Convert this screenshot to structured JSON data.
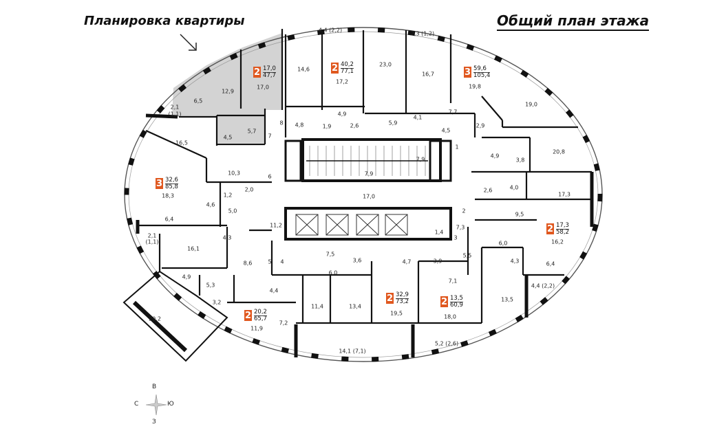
{
  "titles": {
    "apartment_plan": "Планировка квартиры",
    "floor_plan": "Общий план этажа"
  },
  "colors": {
    "highlight": "#d3d3d3",
    "room_badge": "#e0581f",
    "wall": "#111111"
  },
  "apartments": [
    {
      "rooms": "2",
      "living": "17,0",
      "total": "47,7"
    },
    {
      "rooms": "2",
      "living": "40,2",
      "total": "77,1"
    },
    {
      "rooms": "3",
      "living": "59,6",
      "total": "105,4"
    },
    {
      "rooms": "3",
      "living": "32,6",
      "total": "85,8"
    },
    {
      "rooms": "2",
      "living": "17,3",
      "total": "58,2"
    },
    {
      "rooms": "2",
      "living": "32,9",
      "total": "73,2"
    },
    {
      "rooms": "2",
      "living": "13,5",
      "total": "60,9"
    },
    {
      "rooms": "2",
      "living": "20,2",
      "total": "65,7"
    }
  ],
  "room_labels": [
    "4,4 (2,2)",
    "2,3 (1,2)",
    "14,6",
    "17,0",
    "12,9",
    "6,5",
    "2,1",
    "(1,1)",
    "5,7",
    "4,5",
    "17,2",
    "23,0",
    "16,7",
    "19,8",
    "19,0",
    "4,9",
    "4,8",
    "1,9",
    "2,6",
    "5,9",
    "4,1",
    "7,7",
    "4,5",
    "2,9",
    "20,8",
    "16,5",
    "10,3",
    "7,9",
    "7,9",
    "4,9",
    "3,8",
    "18,3",
    "2,0",
    "1,2",
    "4,6",
    "5,0",
    "6,4",
    "17,0",
    "2,6",
    "4,0",
    "17,3",
    "9,5",
    "4,3",
    "11,2",
    "1,4",
    "7,3",
    "2,1",
    "(1,1)",
    "16,1",
    "6,0",
    "16,2",
    "7,5",
    "3,6",
    "4,7",
    "3,9",
    "5,5",
    "4,3",
    "6,4",
    "8,6",
    "6,0",
    "4,9",
    "5,3",
    "4,4",
    "7,1",
    "4,4 (2,2)",
    "3,2",
    "11,4",
    "13,4",
    "19,5",
    "18,0",
    "13,5",
    "7,2",
    "11,9",
    "20,2",
    "14,1 (7,1)",
    "5,2 (2,6)",
    "8",
    "7",
    "6",
    "5",
    "4",
    "1",
    "2",
    "3"
  ],
  "compass": {
    "north": "В",
    "west": "С",
    "east": "Ю",
    "south": "З"
  }
}
